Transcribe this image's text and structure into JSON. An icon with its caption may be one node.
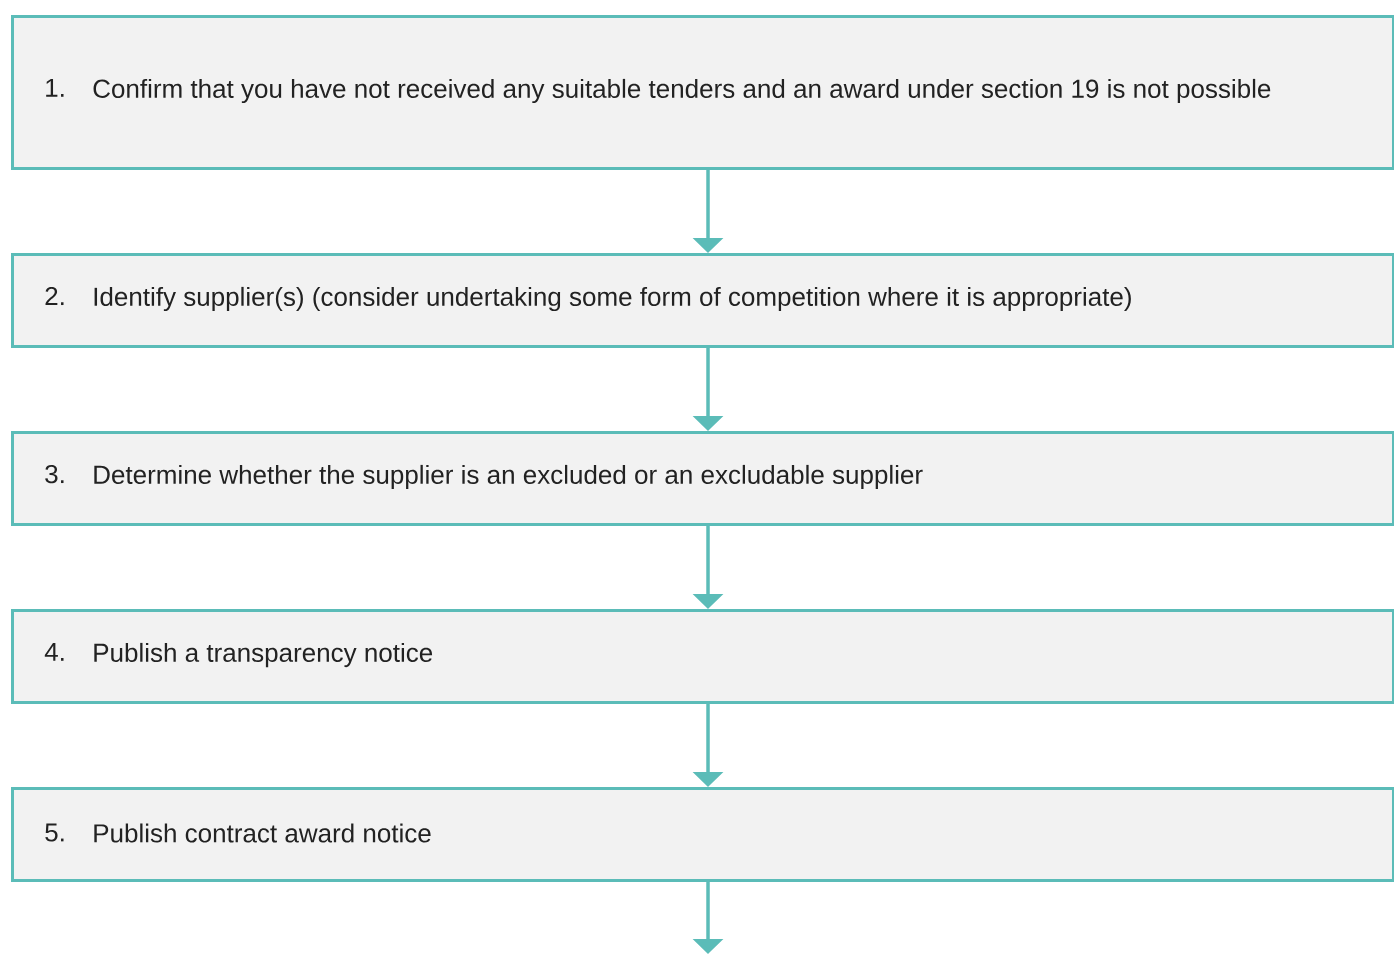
{
  "diagram": {
    "nodes": [
      {
        "text": [
          "1.",
          "Confirm that you have not received any suitable tenders and an award under section 19 is not possible"
        ]
      },
      {
        "text": [
          "2.",
          "Identify supplier(s) (consider undertaking some form of competition where it is appropriate)"
        ]
      },
      {
        "text": [
          "3.",
          "Determine whether the supplier is an excluded or an excludable supplier"
        ]
      },
      {
        "text": [
          "4.",
          "Publish a transparency notice"
        ]
      },
      {
        "text": [
          "5.",
          "Publish contract award notice"
        ]
      }
    ],
    "edges": [
      {
        "from": 0,
        "to": 1,
        "arrow": "to"
      },
      {
        "from": 1,
        "to": 2,
        "arrow": "to"
      },
      {
        "from": 2,
        "to": 3,
        "arrow": "to"
      },
      {
        "from": 3,
        "to": 4,
        "arrow": "to"
      },
      {
        "from": 4,
        "to": null,
        "arrow": "to"
      }
    ]
  }
}
